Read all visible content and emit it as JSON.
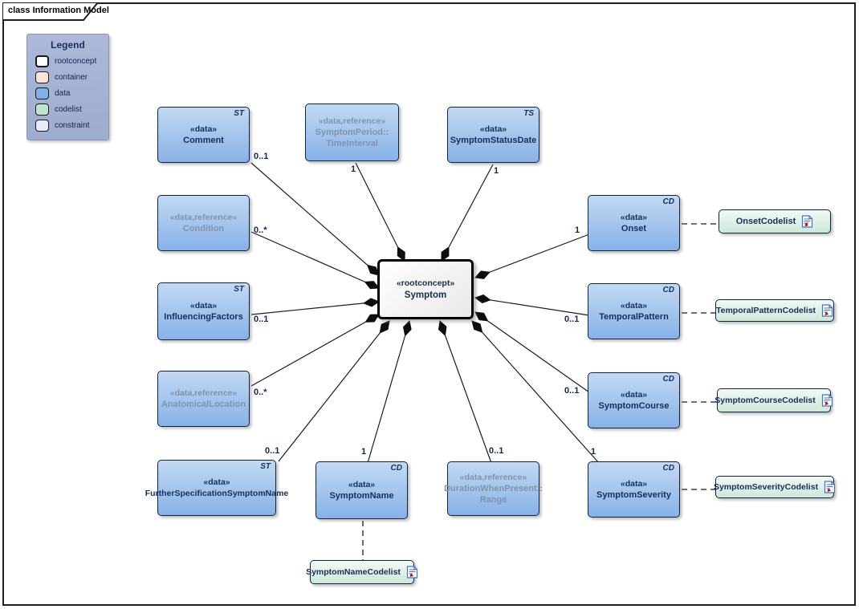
{
  "frame": {
    "title": "class Information Model"
  },
  "legend": {
    "title": "Legend",
    "items": [
      {
        "label": "rootconcept",
        "color": "#ffffff"
      },
      {
        "label": "container",
        "color": "#f9e5d5"
      },
      {
        "label": "data",
        "color": "#7fb1e8"
      },
      {
        "label": "codelist",
        "color": "#c1e4cf"
      },
      {
        "label": "constraint",
        "color": "#e9e9f9"
      }
    ]
  },
  "root": {
    "stereotype": "«rootconcept»",
    "name": "Symptom"
  },
  "nodes": {
    "comment": {
      "stereotype": "«data»",
      "name": "Comment",
      "type": "ST",
      "multiplicity": "0..1"
    },
    "symptomPeriod": {
      "stereotype": "«data,reference»",
      "name": "SymptomPeriod::",
      "name2": "TimeInterval",
      "multiplicity": "1"
    },
    "symptomStatusDate": {
      "stereotype": "«data»",
      "name": "SymptomStatusDate",
      "type": "TS",
      "multiplicity": "1"
    },
    "condition": {
      "stereotype": "«data,reference»",
      "name": "Condition",
      "multiplicity": "0..*"
    },
    "influencingFactors": {
      "stereotype": "«data»",
      "name": "InfluencingFactors",
      "type": "ST",
      "multiplicity": "0..1"
    },
    "anatomicalLocation": {
      "stereotype": "«data,reference»",
      "name": "AnatomicalLocation",
      "multiplicity": "0..*"
    },
    "furtherSpecification": {
      "stereotype": "«data»",
      "name": "FurtherSpecificationSymptomName",
      "type": "ST",
      "multiplicity": "0..1"
    },
    "symptomName": {
      "stereotype": "«data»",
      "name": "SymptomName",
      "type": "CD",
      "multiplicity": "1"
    },
    "durationWhenPresent": {
      "stereotype": "«data,reference»",
      "name": "DurationWhenPresent::",
      "name2": "Range",
      "multiplicity": "0..1"
    },
    "onset": {
      "stereotype": "«data»",
      "name": "Onset",
      "type": "CD",
      "multiplicity": "1"
    },
    "temporalPattern": {
      "stereotype": "«data»",
      "name": "TemporalPattern",
      "type": "CD",
      "multiplicity": "0..1"
    },
    "symptomCourse": {
      "stereotype": "«data»",
      "name": "SymptomCourse",
      "type": "CD",
      "multiplicity": "0..1"
    },
    "symptomSeverity": {
      "stereotype": "«data»",
      "name": "SymptomSeverity",
      "type": "CD",
      "multiplicity": "1"
    }
  },
  "codelists": {
    "onset": {
      "name": "OnsetCodelist"
    },
    "temporalPattern": {
      "name": "TemporalPatternCodelist"
    },
    "symptomCourse": {
      "name": "SymptomCourseCodelist"
    },
    "symptomSeverity": {
      "name": "SymptomSeverityCodelist"
    },
    "symptomName": {
      "name": "SymptomNameCodelist"
    }
  },
  "colors": {
    "data_fill_top": "#c2d9f3",
    "data_fill_bottom": "#87b2e7",
    "codelist_fill_top": "#f2f9f5",
    "codelist_fill_bottom": "#cde8d9",
    "reference_text": "#8193ab",
    "label_text": "#14305a",
    "legend_fill": "#a5b1d4",
    "connector": "#1c1c1c"
  }
}
